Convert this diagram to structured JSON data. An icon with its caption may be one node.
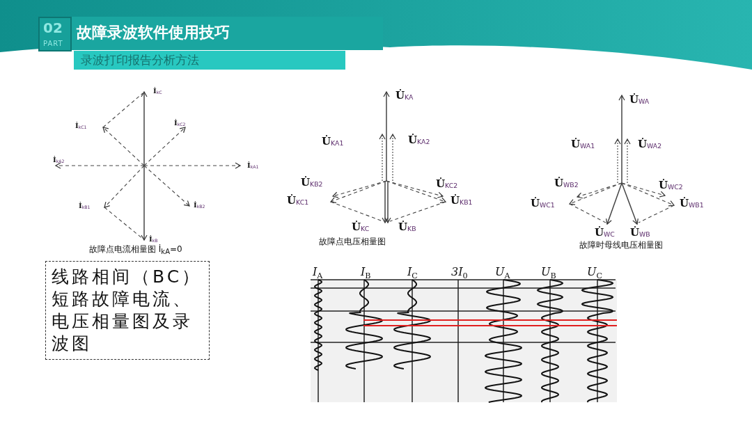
{
  "diagram": {
    "title": "故障录波软件使用技巧",
    "nodes": [
      {
        "text": [
          "线路相间（BC）短路故障电流、电压相量图及录波图"
        ]
      }
    ],
    "edges": [],
    "labels": [
      "02",
      "PART",
      "录波打印报告分析方法",
      "İ$_{kC}$",
      "İ$_{kC1}$",
      "İ$_{kC2}$",
      "İ$_{kA2}$",
      "İ$_{kA1}$",
      "İ$_{kB1}$",
      "İ$_{kB2}$",
      "İ$_{kB}$",
      "故障点电流相量图 İ$_{kA}$=0",
      "U̇$_{KA}$",
      "U̇$_{KA1}$",
      "U̇$_{KA2}$",
      "U̇$_{KB2}$",
      "U̇$_{KC2}$",
      "U̇$_{KC1}$",
      "U̇$_{KB1}$",
      "U̇$_{KC}$",
      "U̇$_{KB}$",
      "故障点电压相量图",
      "U̇$_{WA}$",
      "U̇$_{WA1}$",
      "U̇$_{WA2}$",
      "U̇$_{WB2}$",
      "U̇$_{WC2}$",
      "U̇$_{WC1}$",
      "U̇$_{WB1}$",
      "U̇$_{WC}$",
      "U̇$_{WB}$",
      "故障时母线电压相量图",
      "I$_{A}$",
      "I$_{B}$",
      "I$_{C}$",
      "3I$_{0}$",
      "U$_{A}$",
      "U$_{B}$",
      "U$_{C}$"
    ]
  }
}
